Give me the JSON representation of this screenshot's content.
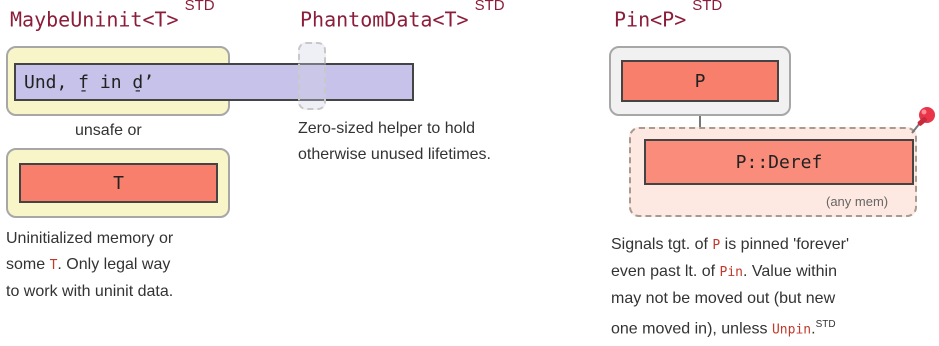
{
  "maybeuninit": {
    "title": "MaybeUninit<T>",
    "sup": "STD",
    "inner_text": "U⁠⁠n⁠⁠d⁠⁠, ̠f i⁠⁠n ̠d’",
    "connector": "unsafe or",
    "t_label": "T",
    "desc_line1": "Uninitialized memory or",
    "desc_line2_pre": "some ",
    "desc_line2_code": "T",
    "desc_line2_post": ". Only legal way",
    "desc_line3": "to work with uninit data."
  },
  "phantomdata": {
    "title": "PhantomData<T>",
    "sup": "STD",
    "desc_line1": "Zero-sized helper to hold",
    "desc_line2": "otherwise unused lifetimes."
  },
  "pin": {
    "title": "Pin<P>",
    "sup": "STD",
    "p_label": "P",
    "deref_label": "P::Deref",
    "any_mem": "(any mem)",
    "pin_icon": "pushpin-icon",
    "desc_line1_pre": "Signals tgt. of ",
    "desc_line1_code": "P",
    "desc_line1_post": " is pinned 'forever'",
    "desc_line2_pre": "even past lt. of ",
    "desc_line2_code": "Pin",
    "desc_line2_post": ". Value within",
    "desc_line3": "may not be moved out (but new",
    "desc_line4_pre": "one moved in), unless ",
    "desc_line4_code": "Unpin",
    "desc_line4_post": ".",
    "desc_line4_sup": "STD"
  }
}
